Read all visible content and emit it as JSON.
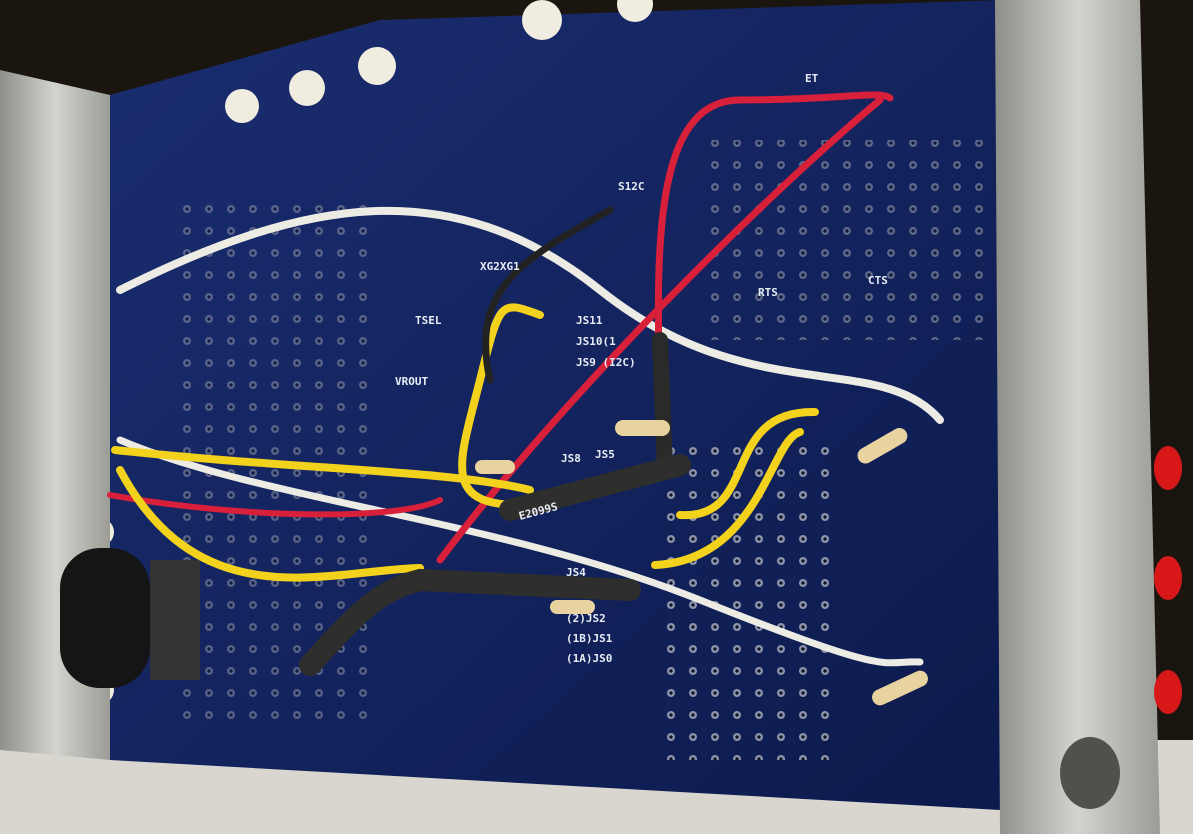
{
  "photo": {
    "subject": "pcb-underside",
    "silkscreen": {
      "top_label": "ET",
      "s12c": "S12C",
      "rts": "RTS",
      "cts": "CTS",
      "tsel": "TSEL",
      "vrout": "VROUT",
      "xg": "XG2XG1",
      "js11": "JS11",
      "js10": "JS10(1",
      "js9": "JS9 (I2C)",
      "js8": "JS8",
      "js5": "JS5",
      "js4": "JS4",
      "js2": "(2)JS2",
      "js1": "(1B)JS1",
      "js0": "(1A)JS0",
      "sleeve": "E2099S"
    },
    "colors": {
      "pcb": "#10205a",
      "aluminum": "#b9b9b5",
      "wire_red": "#d8203a",
      "wire_white": "#ecebe4",
      "wire_yellow": "#f2d21c",
      "wire_black": "#2a2a28",
      "led": "#d81818"
    }
  }
}
